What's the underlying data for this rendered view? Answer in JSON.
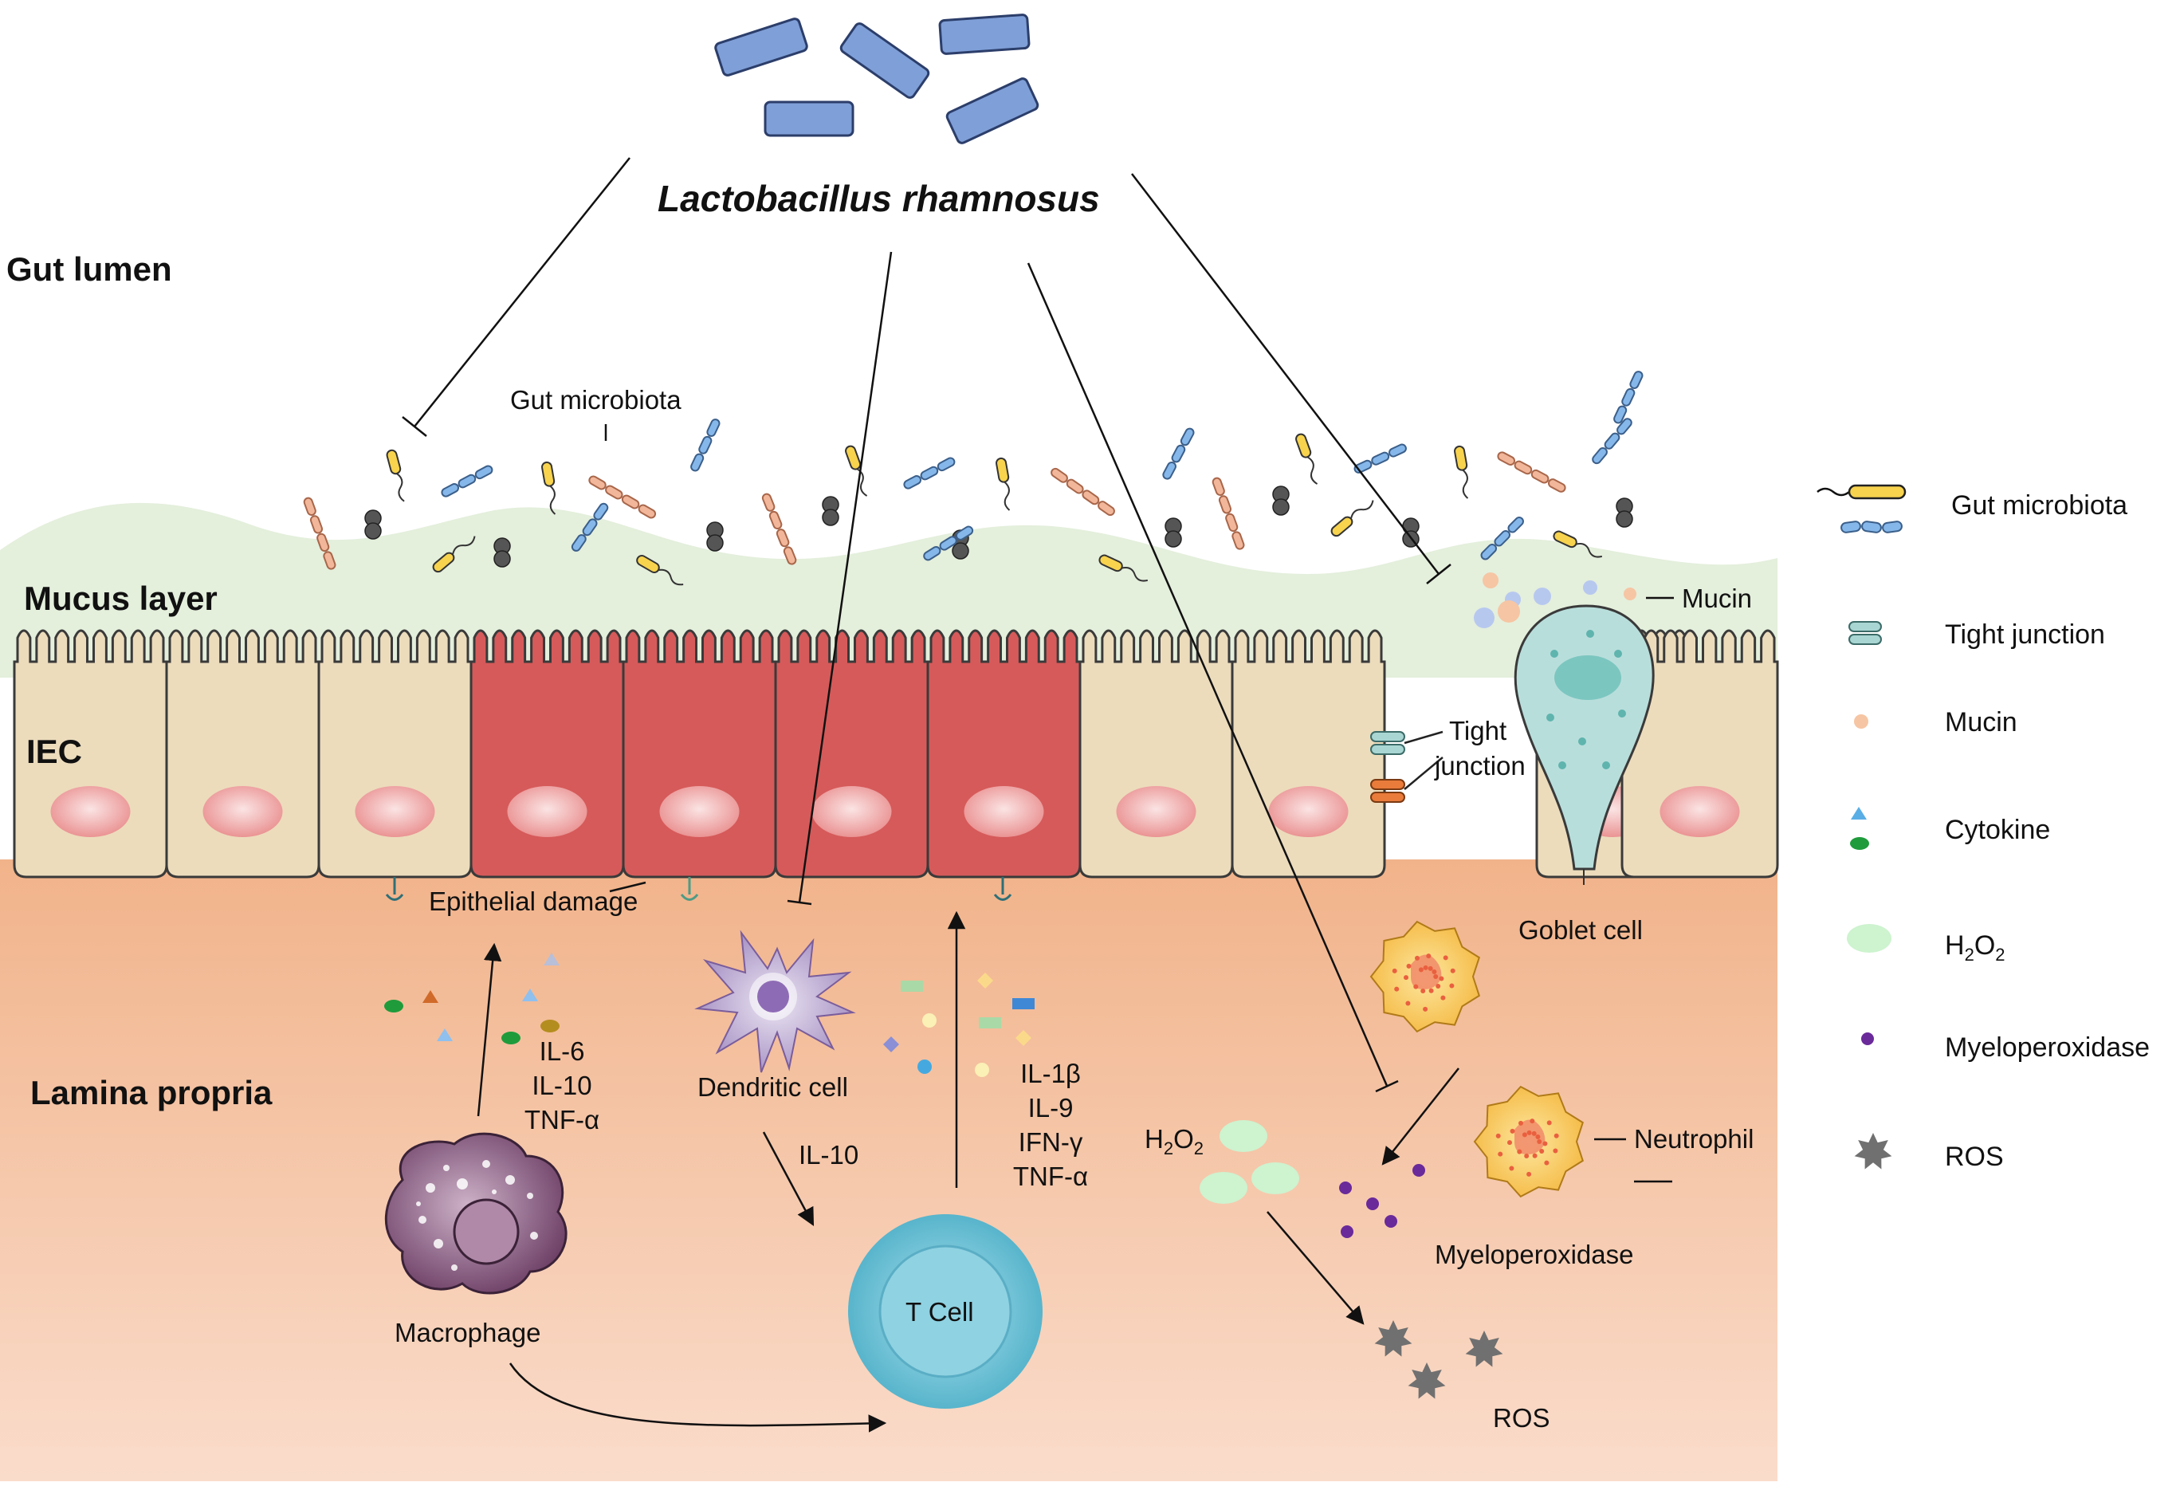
{
  "title": "Lactobacillus rhamnosus",
  "zones": {
    "lumen": "Gut lumen",
    "mucus": "Mucus layer",
    "iec": "IEC",
    "lamina": "Lamina propria"
  },
  "labels": {
    "gut_microbiota": "Gut microbiota",
    "mucin": "Mucin",
    "tight": "Tight",
    "junction": "junction",
    "goblet_cell": "Goblet cell",
    "epithelial_damage": "Epithelial damage",
    "dendritic_cell": "Dendritic cell",
    "macrophage": "Macrophage",
    "t_cell": "T Cell",
    "neutrophil": "Neutrophil",
    "myeloperoxidase": "Myeloperoxidase",
    "ros": "ROS",
    "h2o2_base": "H",
    "h2o2_sub1": "2",
    "h2o2_mid": "O",
    "h2o2_sub2": "2",
    "il10_dc": "IL-10"
  },
  "cytokines_macrophage": [
    "IL-6",
    "IL-10",
    "TNF-α"
  ],
  "cytokines_tcell": [
    "IL-1β",
    "IL-9",
    "IFN-γ",
    "TNF-α"
  ],
  "legend": [
    {
      "id": "legend-gut-microbiota",
      "label": "Gut microbiota",
      "icon": "bacteria-icon"
    },
    {
      "id": "legend-tight-junction",
      "label": "Tight junction",
      "icon": "tight-junction-icon"
    },
    {
      "id": "legend-mucin",
      "label": "Mucin",
      "icon": "mucin-dot-icon"
    },
    {
      "id": "legend-cytokine",
      "label": "Cytokine",
      "icon": "cytokine-icon"
    },
    {
      "id": "legend-h2o2",
      "label": "H2O2",
      "icon": "h2o2-cloud-icon"
    },
    {
      "id": "legend-myeloperoxidase",
      "label": "Myeloperoxidase",
      "icon": "mpo-dot-icon"
    },
    {
      "id": "legend-ros",
      "label": "ROS",
      "icon": "ros-star-icon"
    }
  ],
  "colors": {
    "healthy_cell": "#ecdcbc",
    "damaged_cell": "#d65a5a",
    "nucleus": "#f2a6a6",
    "mucus": "#e4efdc",
    "lamina": "#f6c8a6",
    "probiotic": "#7f9fd8",
    "goblet": "#b8dedb",
    "tcell": "#72c2d6",
    "macrophage": "#8a5b80",
    "dendritic": "#b8a4cc",
    "neutrophil": "#f6c64e",
    "mpo": "#6a2a9a",
    "ros": "#707070",
    "h2o2": "#cdf3cf"
  }
}
